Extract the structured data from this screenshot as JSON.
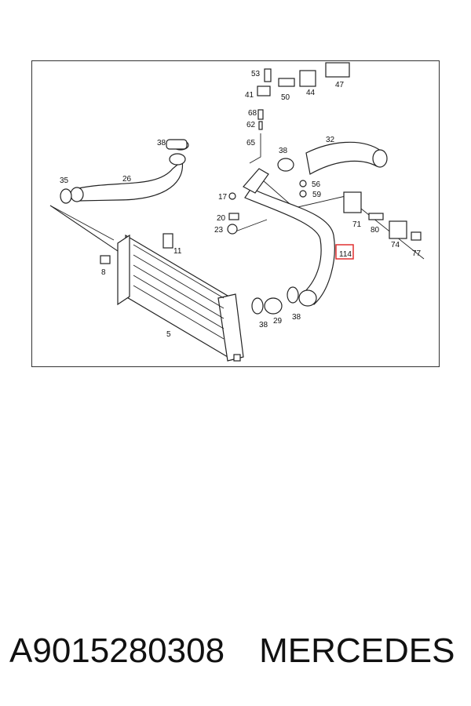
{
  "diagram": {
    "callouts": [
      "53",
      "41",
      "50",
      "44",
      "47",
      "68",
      "62",
      "65",
      "38",
      "32",
      "38",
      "35",
      "26",
      "17",
      "56",
      "59",
      "20",
      "23",
      "71",
      "80",
      "74",
      "77",
      "11",
      "8",
      "114",
      "5",
      "38",
      "29",
      "38"
    ],
    "highlight_color": "#e03030"
  },
  "footer": {
    "part_number": "A9015280308",
    "brand": "MERCEDES"
  }
}
